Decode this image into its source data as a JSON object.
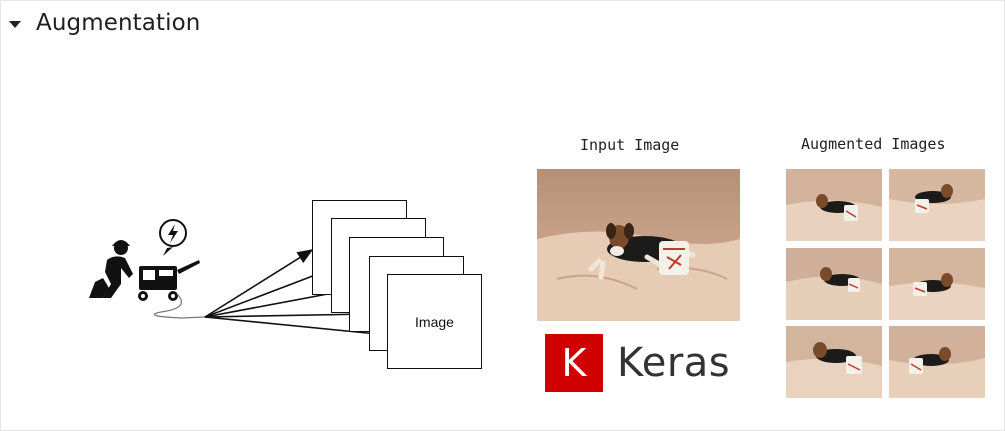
{
  "header": {
    "title": "Augmentation"
  },
  "diagram": {
    "stack_label": "Image",
    "generator_icon": "power-generator-worker-icon",
    "bolt_icon": "lightning-bolt-icon"
  },
  "input_panel": {
    "title": "Input Image"
  },
  "augmented_panel": {
    "title": "Augmented Images"
  },
  "keras": {
    "badge_letter": "K",
    "wordmark": "Keras"
  },
  "colors": {
    "keras_red": "#d00000",
    "photo_wall": "#c9a38a",
    "photo_sheet": "#e3c9b2"
  }
}
